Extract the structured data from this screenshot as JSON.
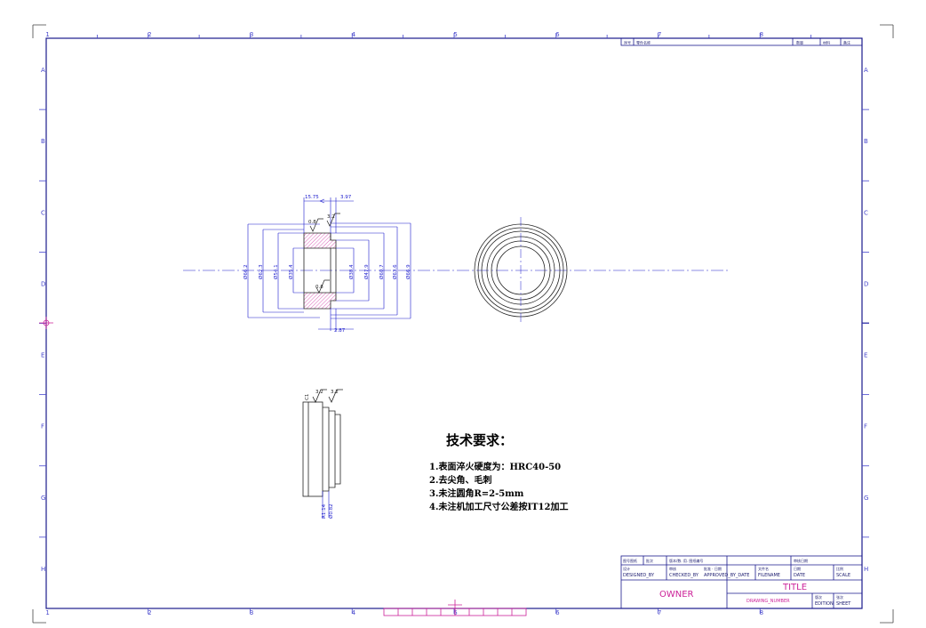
{
  "zones": {
    "columns": [
      "1",
      "2",
      "3",
      "4",
      "5",
      "6",
      "7",
      "8"
    ],
    "rows": [
      "A",
      "B",
      "C",
      "D",
      "E",
      "F",
      "G",
      "H"
    ]
  },
  "top_strip": {
    "cells": [
      "序号",
      "零件名称",
      "数量",
      "材料",
      "备注"
    ]
  },
  "title_block": {
    "row1": [
      "图号图纸",
      "批次",
      "版本/数. 用. 图纸编号",
      "审核日期"
    ],
    "designed_cn": "设计",
    "designed_en": "DESIGNED_BY",
    "checked_cn": "审核",
    "checked_en": "CHECKED_BY",
    "approved_cn": "批准 · 日期",
    "approved_en": "APPROVED_BY_DATE",
    "filename_cn": "文件名",
    "filename_en": "FILENAME",
    "date_cn": "日期",
    "date_en": "DATE",
    "scale_cn": "比例",
    "scale_en": "SCALE",
    "owner": "OWNER",
    "title": "TITLE",
    "drawing_number": "DRAWING_NUMBER",
    "edition_cn": "版次",
    "edition_en": "EDITION",
    "sheet_cn": "张次",
    "sheet_en": "SHEET"
  },
  "dimensions": {
    "top_left": "15.75",
    "top_right": "3.97",
    "bottom": "2.87",
    "roughness_a": "0.8",
    "roughness_b": "3.2",
    "roughness_c": "0.8",
    "dia": [
      "Ø66.2",
      "Ø62.3",
      "Ø54.1",
      "Ø35.4",
      "Ø38.4",
      "Ø47.9",
      "Ø60.7",
      "Ø63.6",
      "Ø66.9"
    ],
    "side_roughness_a": "3.2",
    "side_roughness_b": "3.2",
    "side_left_mark": "C1",
    "side_dim_a": "R1.14",
    "side_dim_b": "Ø0.82"
  },
  "notes": {
    "title": "技术要求：",
    "items": [
      "1.表面淬火硬度为：HRC40-50",
      "2.去尖角、毛刺",
      "3.未注圆角R=2-5mm",
      "4.未注机加工尺寸公差按IT12加工"
    ]
  },
  "colors": {
    "frame": "#1a1a8c",
    "zone_text": "#4444cc",
    "dimension": "#1a1acc",
    "accent": "#cc2299",
    "hatch": "#cc2299",
    "centerline": "#1a1acc"
  }
}
